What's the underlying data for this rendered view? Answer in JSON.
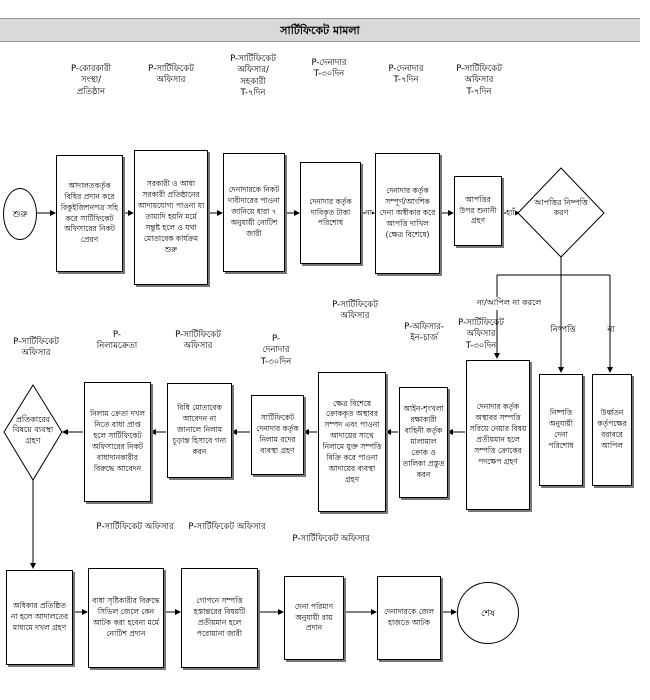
{
  "title": "সার্টিফিকেট মামলা",
  "start": "শুরু",
  "end": "শেষ",
  "row1": {
    "labels": [
      "P-কোরকারী\nসংস্থা/\nপ্রতিষ্ঠান",
      "P-সার্টিফিকেট\nঅফিসার",
      "P-সার্টিফিকেট\nঅফিসার/\nসহকারী\nT-৭দিন",
      "P-দেনাদার\nT-৩০দিন",
      "P-দেনাদার\nT-৭দিন",
      "P-সার্টিফিকেট\nঅফিসার\nT-৭দিন"
    ],
    "boxes": [
      "আদালতকর্তৃক বিধির প্রদান করে রিকুইজিশনপত্র সহি করে সার্টিফিকেট অফিসারের নিকট প্রেরণ",
      "সরকারী ও আধা সরকারী প্রতিষ্ঠানের আদায়যোগ্য পাওনা যা তামাদি হয়নি মর্মে সন্তুষ্ট হলে ও যথা মোতাবেক কার্যক্রম শুরু",
      "দেনাদারকে নিকট দাবীদারের পাওনা জানিয়ে ধারা ৭ অনুযায়ী নোটিশ জারী",
      "দেনাদার কর্তৃক দাবিকৃত টাকা পরিশোধ",
      "দেনাদার কর্তৃক সম্পূর্ণ/আংশিক দেনা অস্বীকার করে আপত্তি দাখিল (ক্ষেত্র বিশেষে)",
      "আপত্তির উপর শুনানী গ্রহণ"
    ],
    "diamond": "আপত্তির নিষ্পত্তি করণ",
    "edge_no": "না",
    "edge_yes": "হ্যাঁ"
  },
  "row2": {
    "branch_label": "না/আপিল না করলে",
    "labels": [
      "P-সার্টিফিকেট\nঅফিসার",
      "P-\nনিলামক্রেতা",
      "P-সার্টিফিকেট\nঅফিসার",
      "P-\nদেনাদার\nT-৩০দিন",
      "P-সার্টিফিকেট\nঅফিসার",
      "P-অফিসার-\nইন-চার্জ",
      "P-সার্টিফিকেট\nঅফিসার\nT-৩০দিন"
    ],
    "diamond": "প্রতিকারের বিষয়ে ব্যবস্থা গ্রহণ",
    "boxes": [
      "নিলাম ক্রেতা দখল নিতে বাধা প্রাপ্ত হলে সার্টিফিকেট অফিসারের নিকট বাধাদানকারীর বিরুদ্ধে আবেদন",
      "বিধি মোতাবেক আবেদন না জানালে নিলাম চূড়ান্ত হিসাবে গন্য করন",
      "সার্টিফিকেট দেনাদার কর্তৃক নিলাম রদের ব্যবস্থা গ্রহণ",
      "ক্ষেত্র বিশেষে ক্রোককৃত অস্থাবর সম্পদ এবং পাওনা আদায়ের সাথে নিলামে যুক্ত সম্পত্তি বিক্রি করে পাওনা আদায়ের ব্যবস্থা গ্রহণ",
      "আইন-শৃংখলা রক্ষাকারী বাহিনী কর্তৃক মালামাল ক্রোক ও তালিকা প্রস্তুত করন",
      "দেনাদার কর্তৃক অস্থাবর সম্পত্তি সরিয়ে নেয়ার বিষয় প্রতীয়মান হলে সম্পত্তি ক্রোকের পদক্ষেপ গ্রহণ",
      "নিষ্পত্তি অনুযায়ী দেনা পরিশোধ",
      "উর্ধ্বতন কর্তৃপক্ষের বরাবরে আপিল"
    ],
    "right_labels": [
      "নিষ্পত্তি",
      "না"
    ]
  },
  "row3": {
    "labels": [
      "P-সার্টিফিকেট অফিসার",
      "P-সার্টিফিকেট অফিসার",
      "P-সার্টিফিকেট অফিসার"
    ],
    "boxes": [
      "অধিকার প্রতিষ্ঠিত না হলে আদালতের মাধ্যমে দখল গ্রহণ",
      "বাধা সৃষ্টিকারীর বিরুদ্ধে সিভিল জেলে কেন আটক করা হবেনা মর্মে নোটিশ প্রদান",
      "গোপনে সম্পত্তি হস্তান্তরের বিষয়টি প্রতীয়মান হলে পরোয়ানা জারী",
      "দেনা পরিমাণ অনুযায়ী রায় প্রদান",
      "দেনাদারকে জেল হাজতে আটক"
    ]
  }
}
